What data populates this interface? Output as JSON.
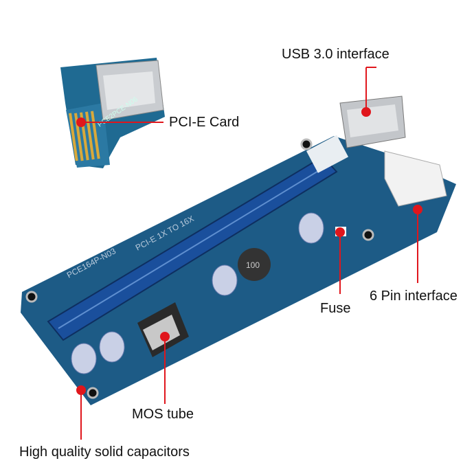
{
  "labels": {
    "usb": "USB 3.0 interface",
    "pcie_card": "PCI-E Card",
    "six_pin": "6 Pin interface",
    "fuse": "Fuse",
    "mos": "MOS tube",
    "capacitors": "High quality solid capacitors"
  },
  "silkscreen": {
    "board_model": "PCE164P-N03",
    "board_desc": "PCI-E 1X TO 16X",
    "card_model": "PCE2PCE-N06",
    "inductor": "100"
  },
  "colors": {
    "pcb": "#1d5b86",
    "slot": "#1a4f9c",
    "marker": "#e0161c"
  }
}
